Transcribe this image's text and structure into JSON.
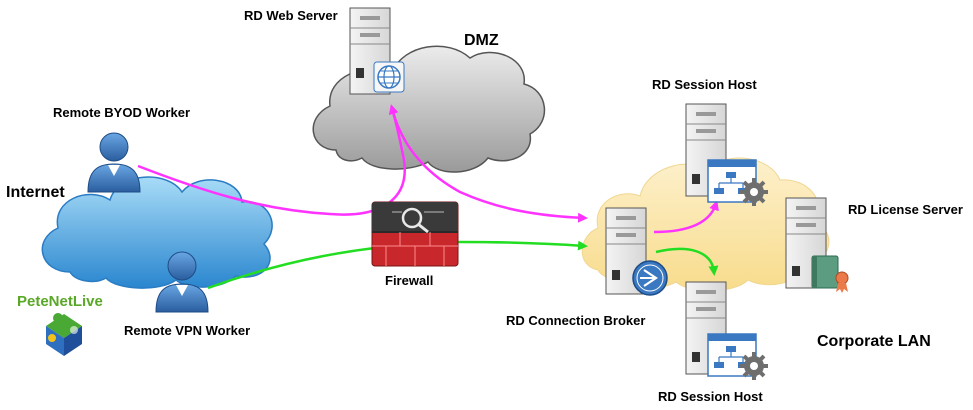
{
  "labels": {
    "rd_web_server": "RD Web Server",
    "dmz": "DMZ",
    "remote_byod_worker": "Remote BYOD Worker",
    "internet": "Internet",
    "firewall": "Firewall",
    "remote_vpn_worker": "Remote VPN Worker",
    "rd_session_host_top": "RD Session Host",
    "rd_license_server": "RD License Server",
    "rd_connection_broker": "RD Connection Broker",
    "corporate_lan": "Corporate LAN",
    "rd_session_host_bottom": "RD Session Host"
  },
  "logo": {
    "text": "PeteNetLive"
  },
  "colors": {
    "byod_path": "#ff33ff",
    "vpn_path": "#22dd22",
    "internet_cloud": "#5ab4e8",
    "dmz_cloud": "#bfbfbf",
    "lan_cloud": "#fde9b4",
    "firewall_red": "#c8282c",
    "firewall_dark": "#3a3a3a",
    "user_blue": "#3a78c2"
  },
  "icons": [
    "user-icon",
    "server-icon",
    "globe-icon",
    "firewall-icon",
    "broker-icon",
    "gear-icon",
    "license-icon",
    "puzzle-icon"
  ]
}
